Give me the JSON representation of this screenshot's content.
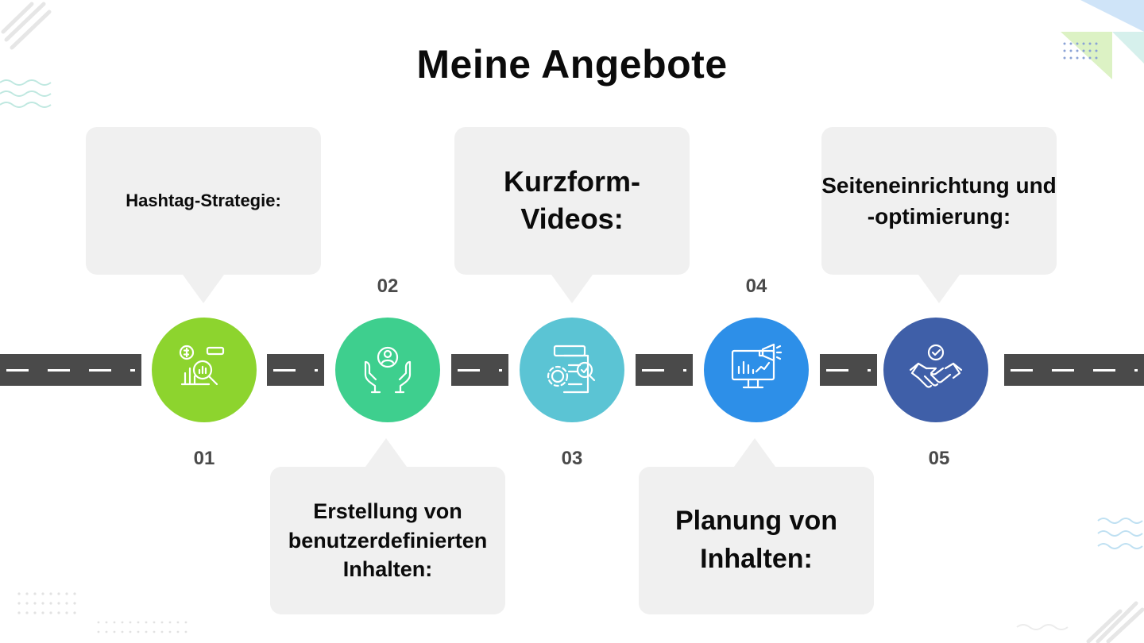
{
  "title": "Meine Angebote",
  "steps": [
    {
      "number": "01",
      "label": "Hashtag-Strategie:",
      "color": "#8dd42e",
      "icon": "analytics-magnifier-icon"
    },
    {
      "number": "02",
      "label": "Erstellung von benutzerdefinierten Inhalten:",
      "color": "#3ecf8e",
      "icon": "hands-person-icon"
    },
    {
      "number": "03",
      "label": "Kurzform-Videos:",
      "color": "#5bc4d4",
      "icon": "gear-document-icon"
    },
    {
      "number": "04",
      "label": "Planung von Inhalten:",
      "color": "#2d8fe8",
      "icon": "monitor-megaphone-icon"
    },
    {
      "number": "05",
      "label": "Seiteneinrichtung und -optimierung:",
      "color": "#3f5fa8",
      "icon": "handshake-check-icon"
    }
  ]
}
